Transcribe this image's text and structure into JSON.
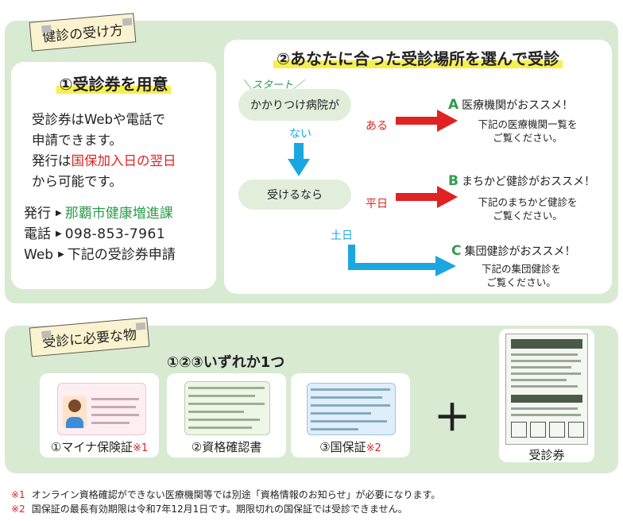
{
  "section1": {
    "tag": "健診の受け方",
    "step1": {
      "title": "①受診券を用意",
      "line1": "受診券はWebや電話で",
      "line2": "申請できます。",
      "line3_pre": "発行は",
      "line3_red": "国保加入日の翌日",
      "line4": "から可能です。",
      "issue_label": "発行",
      "issue_value": "那覇市健康増進課",
      "phone_label": "電話",
      "phone_value": "098-853-7961",
      "web_label": "Web",
      "web_value": "下記の受診券申請"
    },
    "step2": {
      "title": "②あなたに合った受診場所を選んで受診",
      "start": "スタート",
      "q1": "かかりつけ病院が",
      "yes": "ある",
      "no": "ない",
      "q2": "受けるなら",
      "weekday": "平日",
      "saturday": "土日",
      "optA_letter": "A",
      "optA_text": "医療機関がおススメ！",
      "optA_sub1": "下記の医療機関一覧を",
      "optA_sub2": "ご覧ください。",
      "optB_letter": "B",
      "optB_text": "まちかど健診がおススメ！",
      "optB_sub1": "下記のまちかど健診を",
      "optB_sub2": "ご覧ください。",
      "optC_letter": "C",
      "optC_text": "集団健診がおススメ！",
      "optC_sub1": "下記の集団健診を",
      "optC_sub2": "ご覧ください。"
    }
  },
  "section2": {
    "tag": "受診に必要な物",
    "choose": "①②③いずれか1つ",
    "doc1": "①マイナ保険証",
    "doc1_mark": "※1",
    "doc2": "②資格確認書",
    "doc3": "③国保証",
    "doc3_mark": "※2",
    "plus": "＋",
    "voucher": "受診券"
  },
  "notes": [
    {
      "mark": "※1",
      "text": "オンライン資格確認ができない医療機関等では別途「資格情報のお知らせ」が必要になります。"
    },
    {
      "mark": "※2",
      "text": "国保証の最長有効期限は令和7年12月1日です。期限切れの国保証では受診できません。"
    }
  ],
  "colors": {
    "panel": "#d9ead3",
    "accent_red": "#e02222",
    "accent_green": "#2e9c4b",
    "arrow_blue": "#1aa7e0",
    "highlight": "#f7ef4f"
  }
}
